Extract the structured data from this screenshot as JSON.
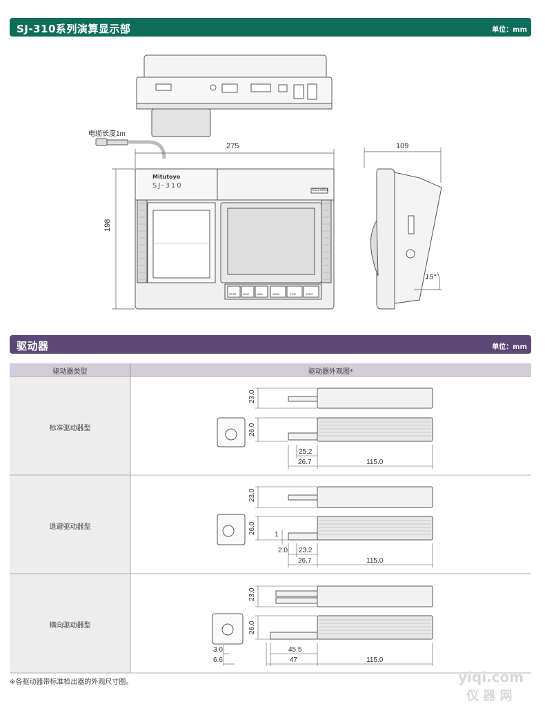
{
  "section1": {
    "title": "SJ-310系列演算显示部",
    "unit": "单位：mm"
  },
  "display_unit": {
    "cable_label": "电缆长度1m",
    "width": "275",
    "height": "198",
    "depth": "109",
    "angle": "15°",
    "brand": "Mitutoyo",
    "model": "SJ-310",
    "button_feed": "FEED/OPEN",
    "keys": [
      "PRINT",
      "PAGE",
      "DATA",
      "MENU",
      "STOP",
      "START"
    ]
  },
  "section2": {
    "title": "驱动器",
    "unit": "单位：mm"
  },
  "table": {
    "headers": [
      "驱动器类型",
      "驱动器外观图*"
    ],
    "rows": [
      {
        "type": "标准驱动器型",
        "dims": {
          "h1": "23.0",
          "h2": "26.0",
          "a": "25.2",
          "b": "26.7",
          "len": "115.0"
        }
      },
      {
        "type": "退避驱动器型",
        "dims": {
          "h1": "23.0",
          "h2": "26.0",
          "c": "1",
          "d": "2.0",
          "a": "23.2",
          "b": "26.7",
          "len": "115.0"
        }
      },
      {
        "type": "横向驱动器型",
        "dims": {
          "h1": "23.0",
          "h2": "26.0",
          "e": "3.0",
          "f": "6.6",
          "a": "45.5",
          "b": "47",
          "len": "115.0"
        }
      }
    ]
  },
  "footnote": "※各驱动器带标准检出器的外观尺寸图。",
  "watermark": {
    "line1": "yiqi.com",
    "line2": "仪 器 网"
  }
}
